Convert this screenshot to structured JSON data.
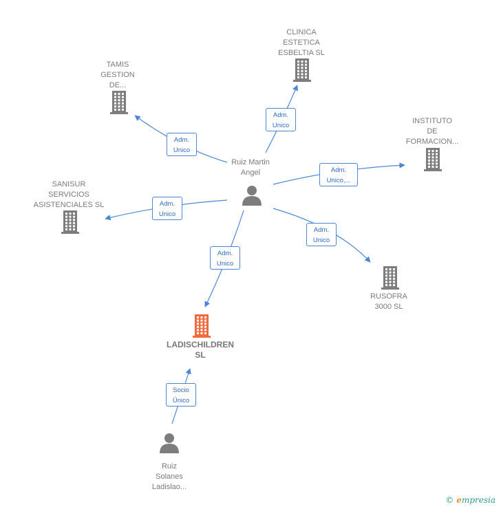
{
  "nodes": [
    {
      "id": "ruiz-martin",
      "kind": "person",
      "label": "Ruiz Martin\nAngel"
    },
    {
      "id": "clinica",
      "kind": "company",
      "label": "CLINICA\nESTETICA\nESBELTIA  SL"
    },
    {
      "id": "tamis",
      "kind": "company",
      "label": "TAMIS\nGESTION\nDE..."
    },
    {
      "id": "instituto",
      "kind": "company",
      "label": "INSTITUTO\nDE\nFORMACION..."
    },
    {
      "id": "sanisur",
      "kind": "company",
      "label": "SANISUR\nSERVICIOS\nASISTENCIALES SL"
    },
    {
      "id": "rusofra",
      "kind": "company",
      "label": "RUSOFRA\n3000  SL"
    },
    {
      "id": "ladischildren",
      "kind": "company-focus",
      "label": "LADISCHILDREN\nSL"
    },
    {
      "id": "ruiz-solanes",
      "kind": "person",
      "label": "Ruiz\nSolanes\nLadislao..."
    }
  ],
  "edges": [
    {
      "id": "e-clinica",
      "from": "ruiz-martin",
      "to": "clinica",
      "label": "Adm.\nUnico"
    },
    {
      "id": "e-tamis",
      "from": "ruiz-martin",
      "to": "tamis",
      "label": "Adm.\nUnico"
    },
    {
      "id": "e-instituto",
      "from": "ruiz-martin",
      "to": "instituto",
      "label": "Adm.\nUnico,..."
    },
    {
      "id": "e-sanisur",
      "from": "ruiz-martin",
      "to": "sanisur",
      "label": "Adm.\nUnico"
    },
    {
      "id": "e-rusofra",
      "from": "ruiz-martin",
      "to": "rusofra",
      "label": "Adm.\nUnico"
    },
    {
      "id": "e-ladis",
      "from": "ruiz-martin",
      "to": "ladischildren",
      "label": "Adm.\nUnico"
    },
    {
      "id": "e-socio",
      "from": "ruiz-solanes",
      "to": "ladischildren",
      "label": "Socio\nÚnico"
    }
  ],
  "footer": {
    "copyright": "©",
    "brand_first": "e",
    "brand_rest": "mpresia"
  },
  "colors": {
    "edge": "#4a86d6",
    "icon": "#7d7d7d",
    "focus": "#f26a3d"
  }
}
